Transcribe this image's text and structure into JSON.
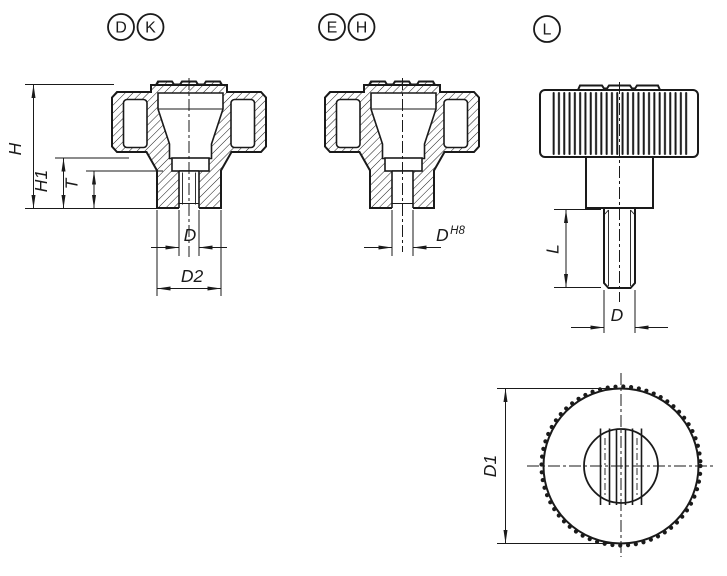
{
  "drawing_type": "technical-part-drawing",
  "views": {
    "section_dk": {
      "badges": [
        "D",
        "K"
      ],
      "dims": {
        "h": "H",
        "h1": "H1",
        "t": "T",
        "d": "D",
        "d2": "D2"
      }
    },
    "section_eh": {
      "badges": [
        "E",
        "H"
      ],
      "dims": {
        "d": "D",
        "tol": "H8"
      }
    },
    "side_l": {
      "badges": [
        "L"
      ],
      "dims": {
        "l": "L",
        "d": "D"
      }
    },
    "top": {
      "dims": {
        "d1": "D1"
      }
    }
  },
  "colors": {
    "line": "#1a1a1a",
    "background": "#ffffff"
  }
}
